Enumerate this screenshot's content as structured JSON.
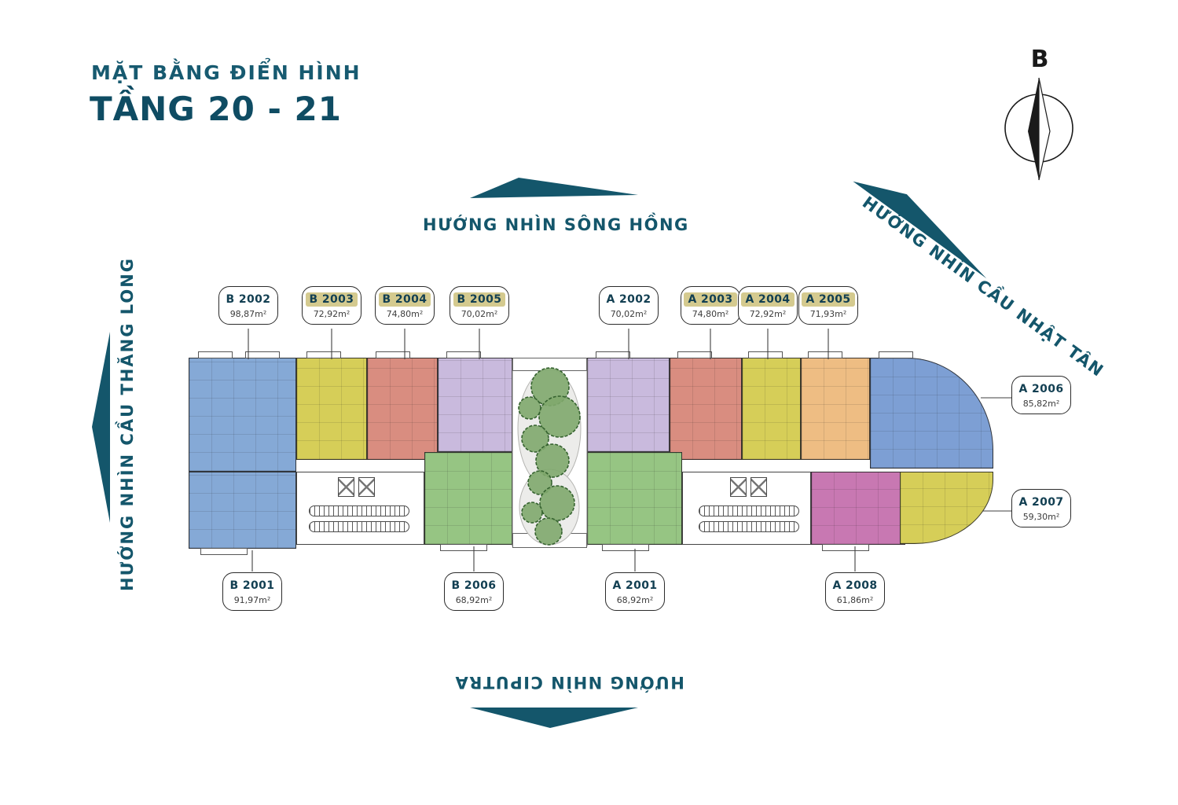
{
  "title": {
    "subtitle": "MẶT BẰNG ĐIỂN HÌNH",
    "main": "TẦNG 20 - 21"
  },
  "compass": {
    "label": "B"
  },
  "directions": {
    "top": "HƯỚNG NHÌN SÔNG HỒNG",
    "diagonal": "HƯỚNG NHÌN CẦU NHẬT TÂN",
    "left": "HƯỚNG NHÌN CẦU THĂNG LONG",
    "bottom": "HƯỚNG NHÌN CIPUTRA"
  },
  "colors": {
    "accent": "#14566b",
    "callout_highlight": "#d4ca8f",
    "outline": "#2b2b2b"
  },
  "units": [
    {
      "id": "B2001",
      "label": "B 2001",
      "area": "91,97m²",
      "color": "#85a9d6",
      "highlight": false
    },
    {
      "id": "B2002",
      "label": "B 2002",
      "area": "98,87m²",
      "color": "#85a9d6",
      "highlight": false
    },
    {
      "id": "B2003",
      "label": "B 2003",
      "area": "72,92m²",
      "color": "#d6ce58",
      "highlight": true
    },
    {
      "id": "B2004",
      "label": "B 2004",
      "area": "74,80m²",
      "color": "#d98d80",
      "highlight": true
    },
    {
      "id": "B2005",
      "label": "B 2005",
      "area": "70,02m²",
      "color": "#c9badd",
      "highlight": true
    },
    {
      "id": "B2006",
      "label": "B 2006",
      "area": "68,92m²",
      "color": "#96c583",
      "highlight": false
    },
    {
      "id": "A2001",
      "label": "A 2001",
      "area": "68,92m²",
      "color": "#96c583",
      "highlight": false
    },
    {
      "id": "A2002",
      "label": "A 2002",
      "area": "70,02m²",
      "color": "#c9badd",
      "highlight": false
    },
    {
      "id": "A2003",
      "label": "A 2003",
      "area": "74,80m²",
      "color": "#d98d80",
      "highlight": true
    },
    {
      "id": "A2004",
      "label": "A 2004",
      "area": "72,92m²",
      "color": "#d6ce58",
      "highlight": true
    },
    {
      "id": "A2005",
      "label": "A 2005",
      "area": "71,93m²",
      "color": "#eebd83",
      "highlight": true
    },
    {
      "id": "A2006",
      "label": "A 2006",
      "area": "85,82m²",
      "color": "#7d9fd4",
      "highlight": false
    },
    {
      "id": "A2007",
      "label": "A 2007",
      "area": "59,30m²",
      "color": "#d6ce58",
      "highlight": false
    },
    {
      "id": "A2008",
      "label": "A 2008",
      "area": "61,86m²",
      "color": "#c878b2",
      "highlight": false
    }
  ]
}
